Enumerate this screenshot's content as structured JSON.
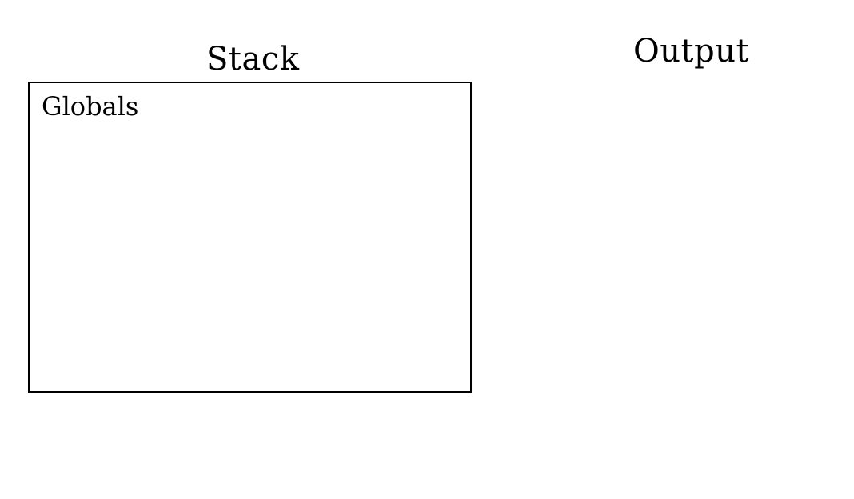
{
  "stack": {
    "title": "Stack",
    "frames": [
      {
        "label": "Globals"
      }
    ]
  },
  "output": {
    "title": "Output",
    "lines": []
  }
}
